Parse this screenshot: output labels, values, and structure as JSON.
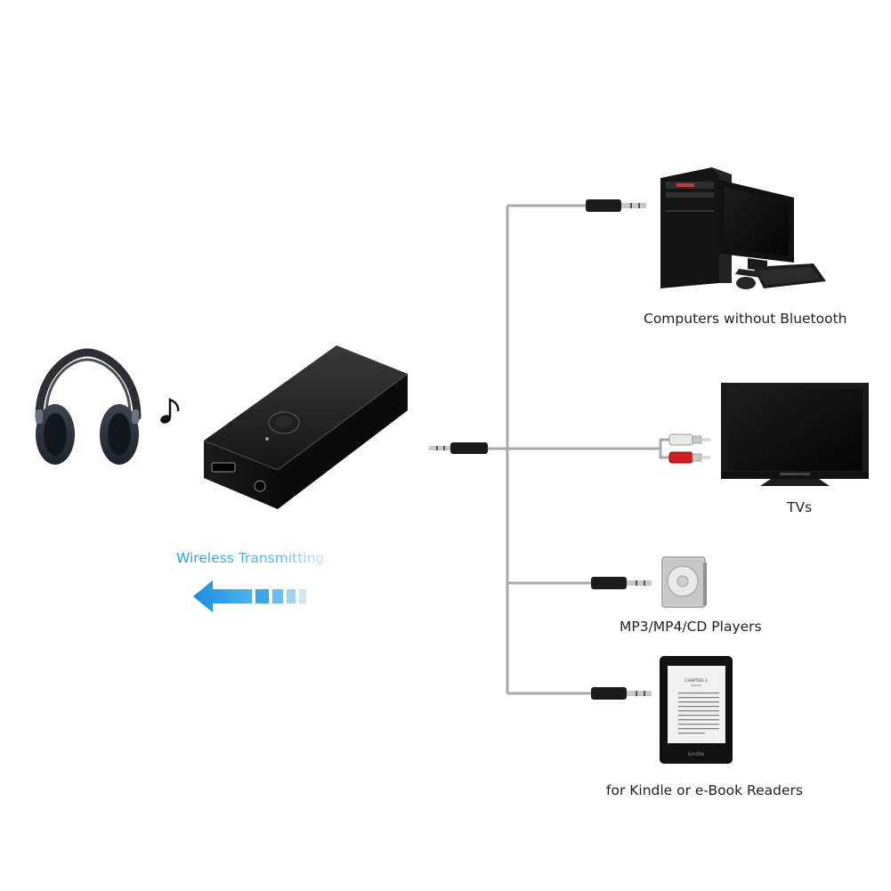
{
  "labels": {
    "computers": "Computers without Bluetooth",
    "tvs": "TVs",
    "players": "MP3/MP4/CD Players",
    "readers": "for Kindle or e-Book Readers",
    "wireless": "Wireless Transmitting"
  },
  "kindle_screen": {
    "chapter": "CHAPTER 1",
    "brand": "kindle"
  },
  "icons": {
    "headphones": "headphones-icon",
    "music_note": "music-note-icon",
    "transmitter": "bluetooth-transmitter-device",
    "arrow": "arrow-left-icon",
    "computer": "desktop-computer-icon",
    "tv": "tv-icon",
    "mp3": "mp3-player-icon",
    "kindle": "kindle-ereader-icon"
  },
  "colors": {
    "cable": "#a9a9a9",
    "text": "#222222",
    "accent_blue": "#2a9be0",
    "device_black": "#111111",
    "rca_white": "#e8e8e8",
    "rca_red": "#d21e1e"
  }
}
